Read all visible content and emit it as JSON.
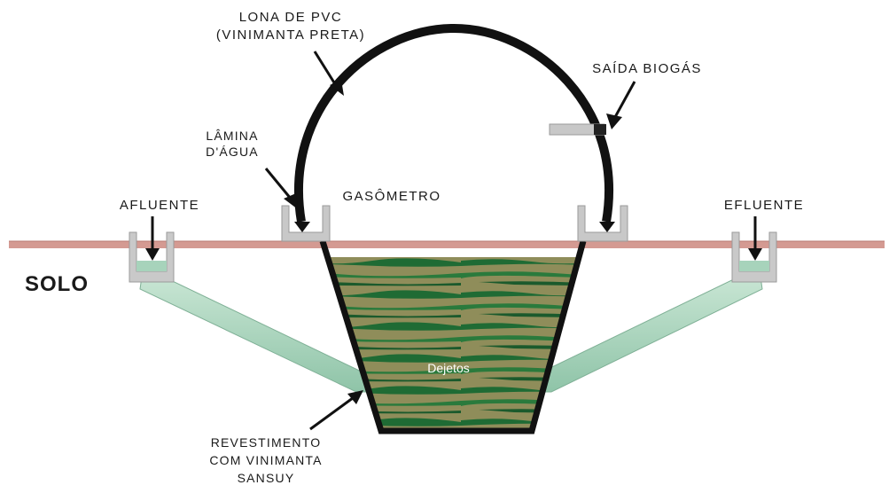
{
  "labels": {
    "lona_line1": "LONA DE PVC",
    "lona_line2": "(VINIMANTA PRETA)",
    "saida_biogas": "SAÍDA BIOGÁS",
    "lamina_line1": "LÂMINA",
    "lamina_line2": "D'ÁGUA",
    "gasometro": "GASÔMETRO",
    "afluente": "AFLUENTE",
    "efluente": "EFLUENTE",
    "solo": "SOLO",
    "dejetos": "Dejetos",
    "revestimento_line1": "REVESTIMENTO",
    "revestimento_line2": "COM VINIMANTA",
    "revestimento_line3": "SANSUY"
  },
  "colors": {
    "soil_line": "#d49a92",
    "canopy": "#111111",
    "manure_dark": "#1f5f2f",
    "manure_light": "#8a8a55",
    "pipe": "#a7d3bb",
    "water_seal": "#c8c8c8"
  }
}
